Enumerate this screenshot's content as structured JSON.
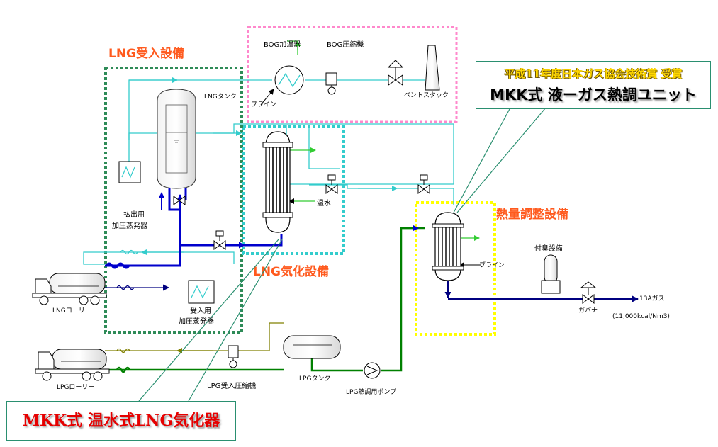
{
  "sections": {
    "lng_receiving": "LNG受入設備",
    "lng_vaporization": "LNG気化設備",
    "calorific_adjustment": "熱量調整設備"
  },
  "labels": {
    "bog_heater": "BOG加温器",
    "bog_compressor": "BOG圧縮機",
    "brine_top": "ブライン",
    "vent_stack": "ベントスタック",
    "lng_tank": "LNGタンク",
    "discharge_vaporizer_1": "払出用",
    "discharge_vaporizer_2": "加圧蒸発器",
    "hot_water": "温水",
    "lng_lorry": "LNGローリー",
    "receiving_vaporizer_1": "受入用",
    "receiving_vaporizer_2": "加圧蒸発器",
    "lpg_lorry": "LPGローリー",
    "lpg_receiving_compressor": "LPG受入圧縮機",
    "lpg_tank": "LPGタンク",
    "lpg_pump": "LPG熱調用ポンプ",
    "brine_right": "ブライン",
    "odorizer": "付臭設備",
    "governor": "ガバナ",
    "gas_13a": "13Aガス",
    "calorific_value": "(11,000kcal/Nm3)"
  },
  "callouts": {
    "award_title": "平成11年度日本ガス協会技術賞 受賞",
    "award_unit": "MKK式 液ーガス熱調ユニット",
    "vaporizer": "MKK式 温水式LNG気化器"
  },
  "colors": {
    "section_label": "#ff5a1e",
    "lng_box": "#2e8b57",
    "bog_box": "#ff88cc",
    "vaporizer_box": "#33cccc",
    "calorific_box": "#ffff00",
    "lng_line": "#0000cc",
    "cyan_line": "#33cccc",
    "lpg_line": "#008000",
    "vapor_line": "#808000",
    "product_line": "#000080",
    "callout_border": "#2a8f70"
  }
}
